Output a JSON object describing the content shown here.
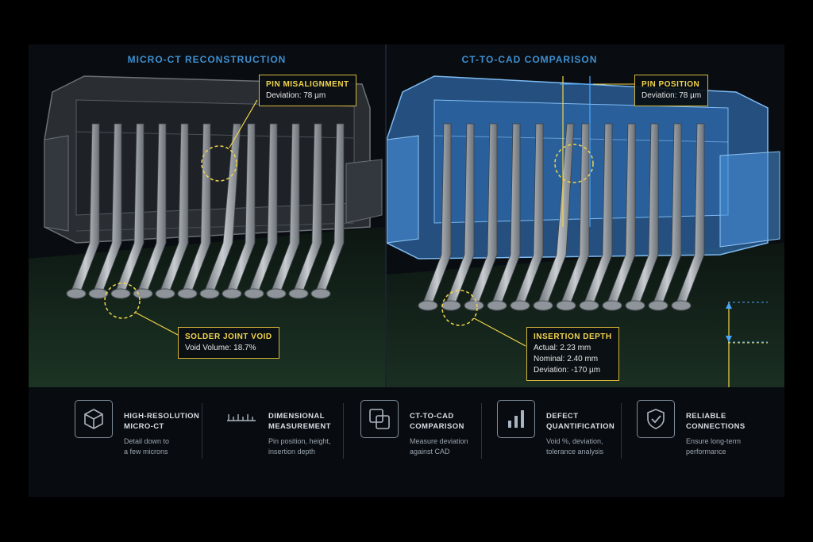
{
  "left_panel": {
    "title": "MICRO-CT RECONSTRUCTION",
    "callouts": {
      "pin_misalignment": {
        "title": "PIN MISALIGNMENT",
        "value": "Deviation: 78 µm"
      },
      "solder_void": {
        "title": "SOLDER JOINT VOID",
        "value": "Void Volume: 18.7%"
      }
    }
  },
  "right_panel": {
    "title": "CT-TO-CAD COMPARISON",
    "callouts": {
      "pin_position": {
        "title": "PIN POSITION",
        "value": "Deviation: 78 µm"
      },
      "insertion_depth": {
        "title": "INSERTION DEPTH",
        "actual": "Actual: 2.23 mm",
        "nominal": "Nominal: 2.40 mm",
        "deviation": "Deviation: -170 µm"
      }
    }
  },
  "features": [
    {
      "icon": "cube-icon",
      "title": "HIGH-RESOLUTION\nMICRO-CT",
      "desc": "Detail down to\na few microns"
    },
    {
      "icon": "ruler-icon",
      "title": "DIMENSIONAL\nMEASUREMENT",
      "desc": "Pin position, height,\ninsertion depth"
    },
    {
      "icon": "overlap-squares-icon",
      "title": "CT-TO-CAD\nCOMPARISON",
      "desc": "Measure deviation\nagainst CAD"
    },
    {
      "icon": "bar-chart-icon",
      "title": "DEFECT\nQUANTIFICATION",
      "desc": "Void %, deviation,\ntolerance analysis"
    },
    {
      "icon": "shield-check-icon",
      "title": "RELIABLE\nCONNECTIONS",
      "desc": "Ensure long-term\nperformance"
    }
  ],
  "colors": {
    "accent_blue": "#3f8fd0",
    "callout_yellow": "#f1d44c",
    "cad_overlay": "#3a86d8"
  }
}
